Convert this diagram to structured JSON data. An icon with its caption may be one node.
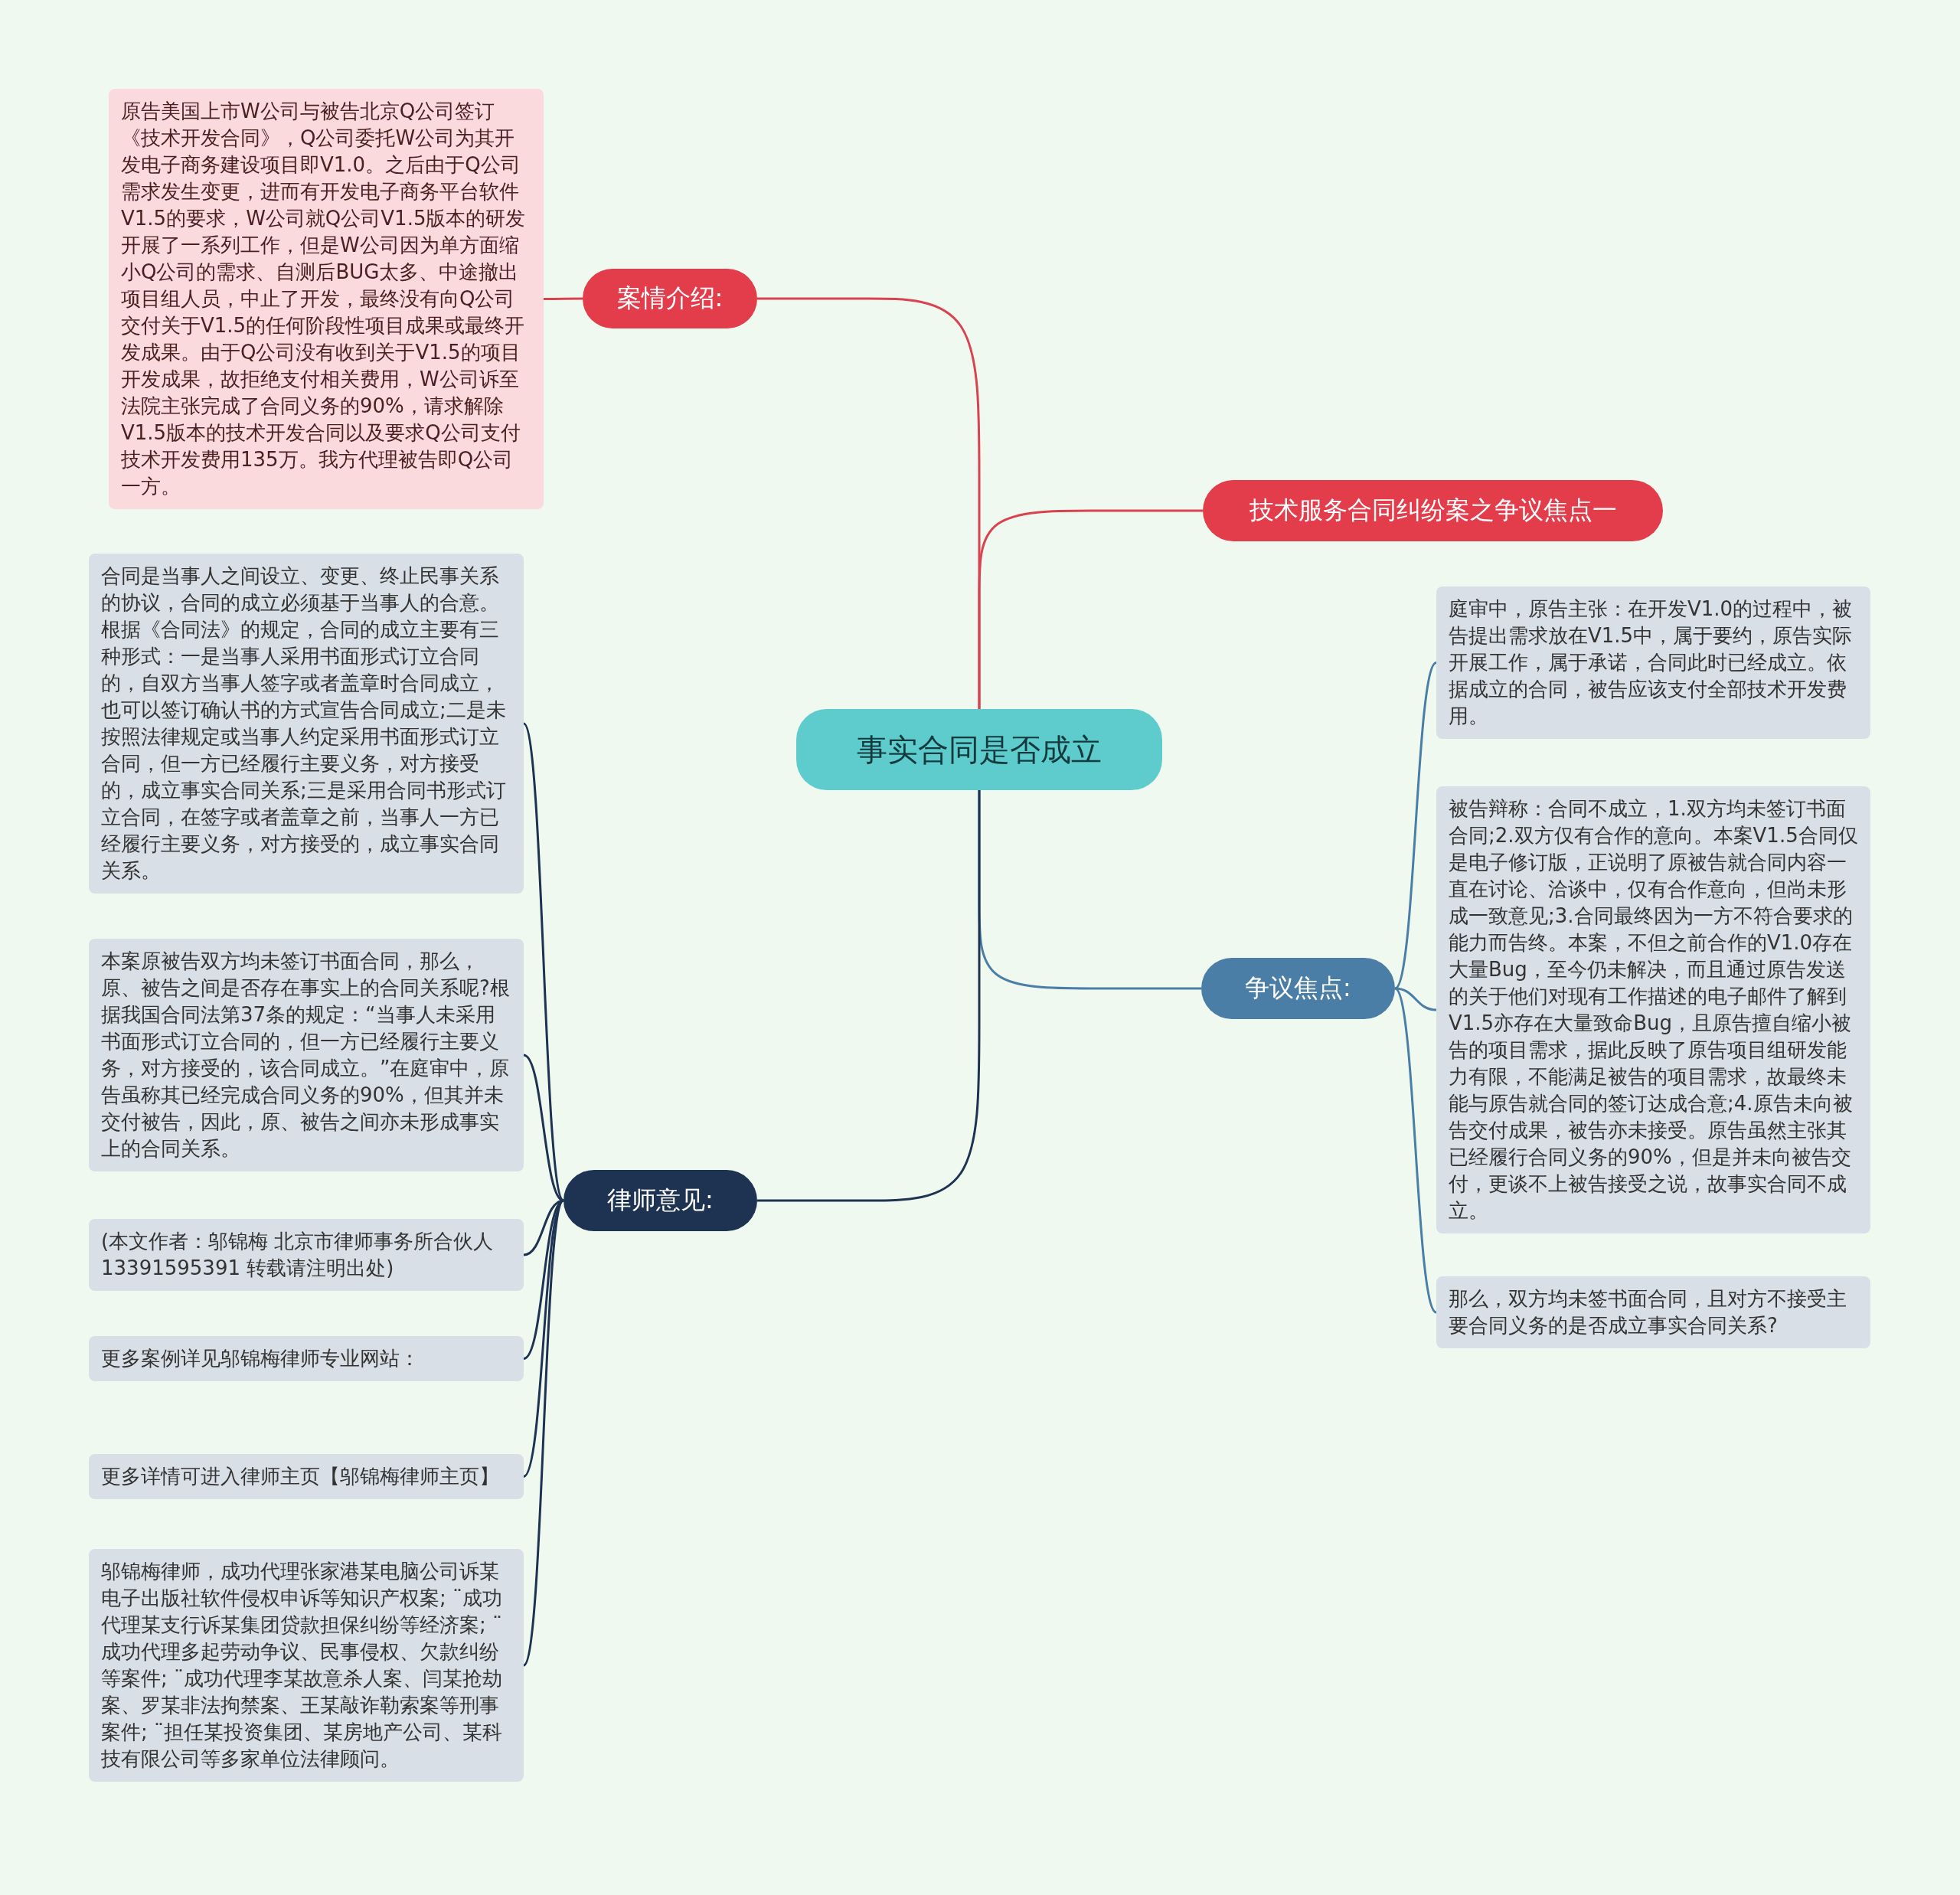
{
  "diagram": {
    "nodes": [
      {
        "text": [
          "事实合同是否成立"
        ]
      },
      {
        "text": [
          "案情介绍:"
        ]
      },
      {
        "text": [
          "原告美国上市W公司与被告北京Q公司签订《技术开发合同》，Q公司委托W公司为其开发电子商务建设项目即V1.0。之后由于Q公司需求发生变更，进而有开发电子商务平台软件V1.5的要求，W公司就Q公司V1.5版本的研发开展了一系列工作，但是W公司因为单方面缩小Q公司的需求、自测后BUG太多、中途撤出项目组人员，中止了开发，最终没有向Q公司交付关于V1.5的任何阶段性项目成果或最终开发成果。由于Q公司没有收到关于V1.5的项目开发成果，故拒绝支付相关费用，W公司诉至法院主张完成了合同义务的90%，请求解除V1.5版本的技术开发合同以及要求Q公司支付技术开发费用135万。我方代理被告即Q公司一方。"
        ]
      },
      {
        "text": [
          "技术服务合同纠纷案之争议焦点一"
        ]
      },
      {
        "text": [
          "争议焦点:"
        ]
      },
      {
        "text": [
          "庭审中，原告主张：在开发V1.0的过程中，被告提出需求放在V1.5中，属于要约，原告实际开展工作，属于承诺，合同此时已经成立。依据成立的合同，被告应该支付全部技术开发费用。"
        ]
      },
      {
        "text": [
          "被告辩称：合同不成立，1.双方均未签订书面合同;2.双方仅有合作的意向。本案V1.5合同仅是电子修订版，正说明了原被告就合同内容一直在讨论、洽谈中，仅有合作意向，但尚未形成一致意见;3.合同最终因为一方不符合要求的能力而告终。本案，不但之前合作的V1.0存在大量Bug，至今仍未解决，而且通过原告发送的关于他们对现有工作描述的电子邮件了解到V1.5亦存在大量致命Bug，且原告擅自缩小被告的项目需求，据此反映了原告项目组研发能力有限，不能满足被告的项目需求，故最终未能与原告就合同的签订达成合意;4.原告未向被告交付成果，被告亦未接受。原告虽然主张其已经履行合同义务的90%，但是并未向被告交付，更谈不上被告接受之说，故事实合同不成立。"
        ]
      },
      {
        "text": [
          "那么，双方均未签书面合同，且对方不接受主要合同义务的是否成立事实合同关系?"
        ]
      },
      {
        "text": [
          "律师意见:"
        ]
      },
      {
        "text": [
          "合同是当事人之间设立、变更、终止民事关系的协议，合同的成立必须基于当事人的合意。根据《合同法》的规定，合同的成立主要有三种形式：一是当事人采用书面形式订立合同的，自双方当事人签字或者盖章时合同成立，也可以签订确认书的方式宣告合同成立;二是未按照法律规定或当事人约定采用书面形式订立合同，但一方已经履行主要义务，对方接受的，成立事实合同关系;三是采用合同书形式订立合同，在签字或者盖章之前，当事人一方已经履行主要义务，对方接受的，成立事实合同关系。"
        ]
      },
      {
        "text": [
          "本案原被告双方均未签订书面合同，那么，原、被告之间是否存在事实上的合同关系呢?根据我国合同法第37条的规定：“当事人未采用书面形式订立合同的，但一方已经履行主要义务，对方接受的，该合同成立。”在庭审中，原告虽称其已经完成合同义务的90%，但其并未交付被告，因此，原、被告之间亦未形成事实上的合同关系。"
        ]
      },
      {
        "text": [
          "(本文作者：邬锦梅 北京市律师事务所合伙人 13391595391 转载请注明出处)"
        ]
      },
      {
        "text": [
          "更多案例详见邬锦梅律师专业网站："
        ]
      },
      {
        "text": [
          "更多详情可进入律师主页【邬锦梅律师主页】"
        ]
      },
      {
        "text": [
          "邬锦梅律师，成功代理张家港某电脑公司诉某电子出版社软件侵权申诉等知识产权案; ¨成功代理某支行诉某集团贷款担保纠纷等经济案; ¨成功代理多起劳动争议、民事侵权、欠款纠纷等案件; ¨成功代理李某故意杀人案、闫某抢劫案、罗某非法拘禁案、王某敲诈勒索案等刑事案件; ¨担任某投资集团、某房地产公司、某科技有限公司等多家单位法律顾问。"
        ]
      }
    ],
    "edges": [
      {
        "from": 0,
        "to": 1,
        "arrow": "none",
        "color": "#d94350"
      },
      {
        "from": 1,
        "to": 2,
        "arrow": "none",
        "color": "#d94350"
      },
      {
        "from": 0,
        "to": 3,
        "arrow": "none",
        "color": "#d94350"
      },
      {
        "from": 0,
        "to": 4,
        "arrow": "none",
        "color": "#4a7ea6"
      },
      {
        "from": 4,
        "to": 5,
        "arrow": "none",
        "color": "#4a7ea6"
      },
      {
        "from": 4,
        "to": 6,
        "arrow": "none",
        "color": "#4a7ea6"
      },
      {
        "from": 4,
        "to": 7,
        "arrow": "none",
        "color": "#4a7ea6"
      },
      {
        "from": 0,
        "to": 8,
        "arrow": "none"
      },
      {
        "from": 8,
        "to": 9,
        "arrow": "none"
      },
      {
        "from": 8,
        "to": 10,
        "arrow": "none"
      },
      {
        "from": 8,
        "to": 11,
        "arrow": "none"
      },
      {
        "from": 8,
        "to": 12,
        "arrow": "none"
      },
      {
        "from": 8,
        "to": 13,
        "arrow": "none"
      },
      {
        "from": 8,
        "to": 14,
        "arrow": "none"
      }
    ]
  }
}
